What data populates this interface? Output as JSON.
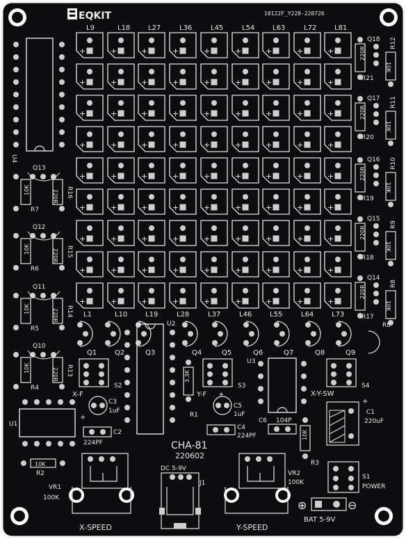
{
  "board": {
    "logo": "EQKIT",
    "serial": "10122F_Y228-220726",
    "model": "CHA-81",
    "model_date": "220602",
    "colors": {
      "pcb": "#0d0d0f",
      "silk": "#e8e8e8",
      "pad": "#cfcfcf",
      "edge": "#ffffff"
    }
  },
  "led_columns": [
    "L9",
    "L18",
    "L27",
    "L36",
    "L45",
    "L54",
    "L63",
    "L72",
    "L81"
  ],
  "led_bottom_labels": [
    "L1",
    "L10",
    "L19",
    "L28",
    "L37",
    "L46",
    "L55",
    "L64",
    "L73"
  ],
  "transistors_row": [
    "Q1",
    "Q2",
    "Q3",
    "Q4",
    "Q5",
    "Q6",
    "Q7",
    "Q8",
    "Q9"
  ],
  "left_parts": {
    "q": [
      "Q13",
      "Q12",
      "Q11",
      "Q10"
    ],
    "r_left": [
      "R7",
      "R6",
      "R5",
      "R4"
    ],
    "r_right": [
      "R16",
      "R15",
      "R14",
      "R13"
    ],
    "r_left_val": [
      "10K",
      "10K",
      "10K",
      "10K"
    ],
    "r_right_val": [
      "220R",
      "220R",
      "220R",
      "220R"
    ]
  },
  "right_parts": {
    "q": [
      "Q18",
      "Q17",
      "Q16",
      "Q15",
      "Q14"
    ],
    "r_inner": [
      "R21",
      "R20",
      "R19",
      "R18",
      "R17"
    ],
    "r_outer": [
      "R12",
      "R11",
      "R10",
      "R9",
      "R8"
    ],
    "r_inner_val": [
      "220R",
      "220R",
      "220R",
      "220R",
      "220R"
    ],
    "r_outer_val": [
      "10K",
      "10K",
      "10K",
      "10K",
      "10K"
    ]
  },
  "labels": {
    "u4": "U4",
    "u2": "U2",
    "u3": "U3",
    "u1": "U1",
    "s1": "S1",
    "s1_sub": "POWER",
    "s2": "S2",
    "s3": "S3",
    "s4": "S4",
    "xf": "X-F",
    "yf": "Y-F",
    "xysw": "X-Y-SW",
    "c1": "C1",
    "c1_val": "220uF",
    "c2": "C2",
    "c2_val": "224PF",
    "c3": "C3",
    "c3_val": "1uF",
    "c4": "C4",
    "c4_val": "224PF",
    "c5": "C5",
    "c5_val": "1uF",
    "c6": "C6",
    "c6_val": "104P",
    "r1": "R1",
    "r1_val": "3.3K",
    "r2": "R2",
    "r2_val": "10K",
    "r3": "R3",
    "r3_val": "10K",
    "vr1": "VR1",
    "vr1_val": "100K",
    "vr2": "VR2",
    "vr2_val": "100K",
    "j1": "J1",
    "dc": "DC 5-9V",
    "bat": "BAT 5-9V",
    "xspeed": "X-SPEED",
    "yspeed": "Y-SPEED",
    "plus": "+",
    "minus": "−"
  }
}
